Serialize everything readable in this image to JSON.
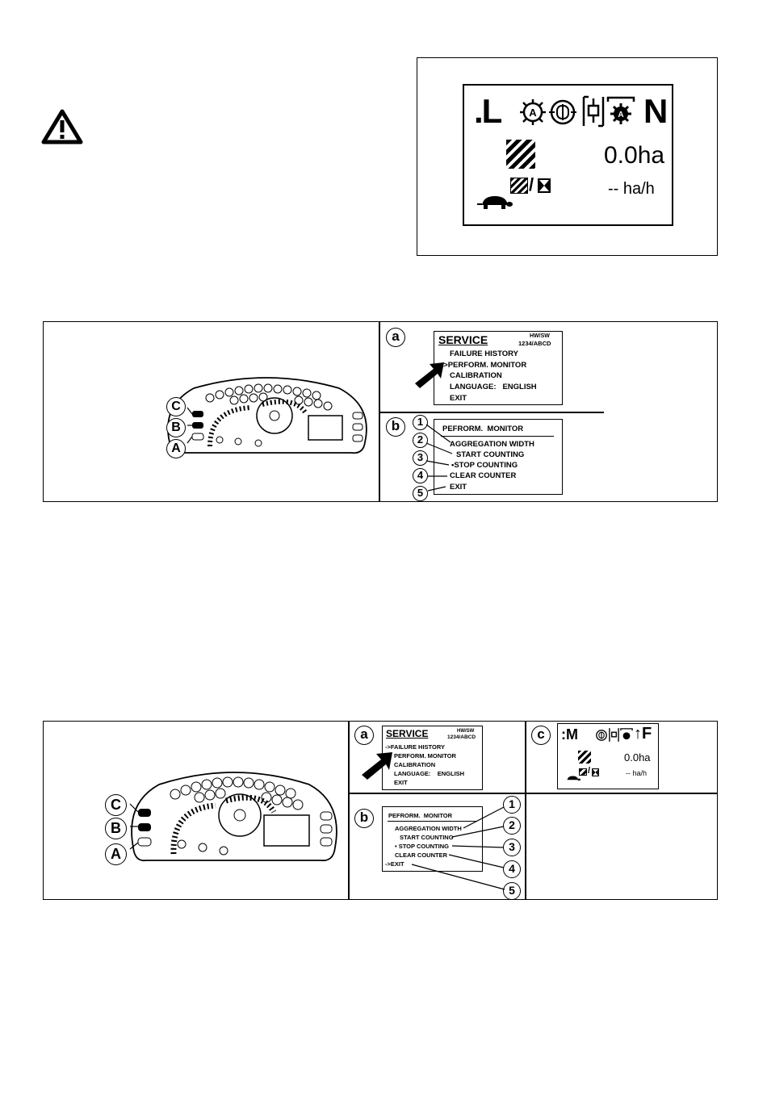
{
  "top_display": {
    "range_left": ".L",
    "range_right": "N",
    "area_value": "0.0ha",
    "rate_value": "-- ha/h",
    "icons": [
      "auto-steer-icon",
      "axle-lock-icon",
      "pto-icon",
      "auto-pto-icon",
      "tortoise-icon",
      "area-hatch-icon",
      "width-ratio-icon",
      "warning-triangle-icon"
    ]
  },
  "panel1": {
    "button_labels": [
      "C",
      "B",
      "A"
    ],
    "screen_a": {
      "tag": "a",
      "title": "SERVICE",
      "hw_sw_label": "HW/SW",
      "hw_sw_value": "1234/ABCD",
      "items": [
        "FAILURE HISTORY",
        "->PERFORM. MONITOR",
        "CALIBRATION",
        "LANGUAGE:   ENGLISH",
        "EXIT"
      ]
    },
    "screen_b": {
      "tag": "b",
      "title": "PEFRORM.  MONITOR",
      "items": [
        "AGGREGATION WIDTH",
        "START COUNTING",
        "•STOP COUNTING",
        "CLEAR COUNTER",
        "EXIT"
      ],
      "callouts": [
        "1",
        "2",
        "3",
        "4",
        "5"
      ]
    }
  },
  "panel2": {
    "button_labels": [
      "C",
      "B",
      "A"
    ],
    "screen_a": {
      "tag": "a",
      "title": "SERVICE",
      "hw_sw_label": "HW/SW",
      "hw_sw_value": "1234/ABCD",
      "items": [
        "->FAILURE HISTORY",
        "PERFORM. MONITOR",
        "CALIBRATION",
        "LANGUAGE:    ENGLISH",
        "EXIT"
      ]
    },
    "screen_b": {
      "tag": "b",
      "title": "PEFRORM.  MONITOR",
      "items": [
        "AGGREGATION WIDTH",
        "START COUNTING",
        "• STOP COUNTING",
        "CLEAR COUNTER",
        "->EXIT"
      ],
      "callouts": [
        "1",
        "2",
        "3",
        "4",
        "5"
      ]
    },
    "screen_c": {
      "tag": "c",
      "range_left": ":M",
      "range_right": "↑F",
      "area_value": "0.0ha",
      "rate_value": "-- ha/h"
    }
  }
}
